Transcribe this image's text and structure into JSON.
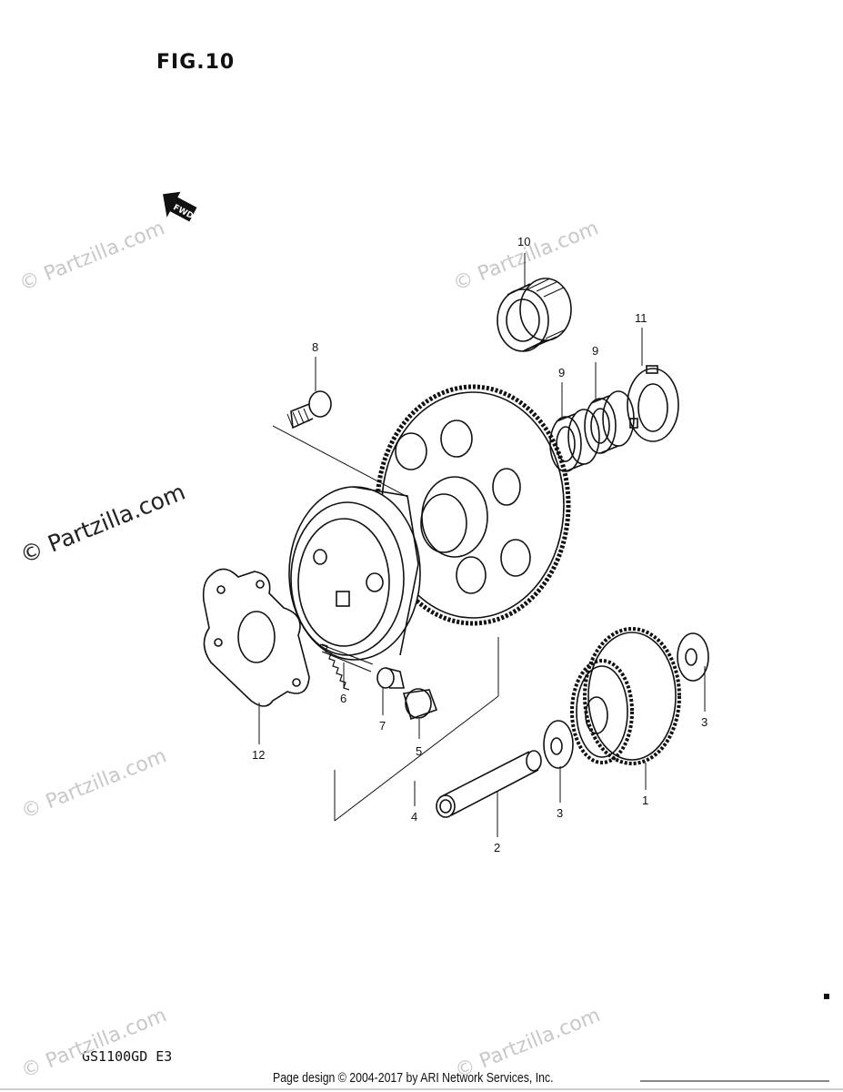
{
  "figure_title": "FIG.10",
  "model_code": "GS1100GD E3",
  "footer_text": "Page design © 2004-2017 by ARI Network Services, Inc.",
  "watermark": "© Partzilla.com",
  "fwd_label": "FWD",
  "callouts": {
    "c1": "1",
    "c2": "2",
    "c3a": "3",
    "c3b": "3",
    "c4": "4",
    "c5": "5",
    "c6": "6",
    "c7": "7",
    "c8": "8",
    "c9a": "9",
    "c9b": "9",
    "c10": "10",
    "c11": "11",
    "c12": "12"
  }
}
